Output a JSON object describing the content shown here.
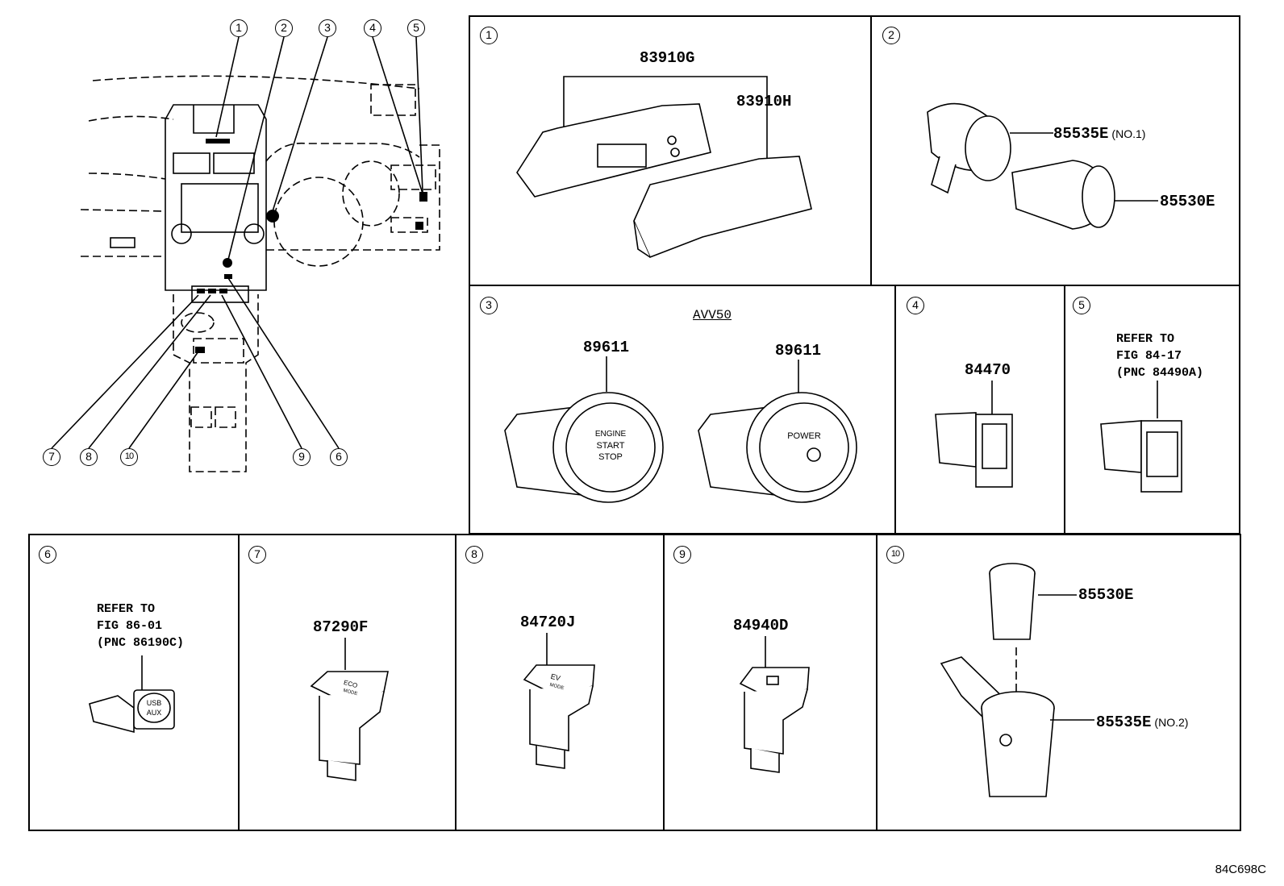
{
  "overview": {
    "callouts_top": [
      "1",
      "2",
      "3",
      "4",
      "5"
    ],
    "callouts_bottom": [
      "7",
      "8",
      "10",
      "9",
      "6"
    ]
  },
  "panels": {
    "p1": {
      "num": "1",
      "parts": [
        "83910G",
        "83910H"
      ]
    },
    "p2": {
      "num": "2",
      "parts": [
        {
          "pn": "85535E",
          "suffix": "(NO.1)"
        },
        {
          "pn": "85530E",
          "suffix": ""
        }
      ]
    },
    "p3": {
      "num": "3",
      "variant": "AVV50",
      "parts": [
        "89611",
        "89611"
      ],
      "button_left": [
        "ENGINE",
        "START",
        "STOP"
      ],
      "button_right": [
        "POWER"
      ]
    },
    "p4": {
      "num": "4",
      "parts": [
        "84470"
      ]
    },
    "p5": {
      "num": "5",
      "note": "REFER TO\nFIG 84-17\n(PNC 84490A)"
    },
    "p6": {
      "num": "6",
      "note": "REFER TO\nFIG 86-01\n(PNC 86190C)",
      "switch_text": [
        "USB",
        "AUX"
      ]
    },
    "p7": {
      "num": "7",
      "parts": [
        "87290F"
      ],
      "switch_text": [
        "ECO",
        "MODE"
      ]
    },
    "p8": {
      "num": "8",
      "parts": [
        "84720J"
      ],
      "switch_text": [
        "EV",
        "MODE"
      ]
    },
    "p9": {
      "num": "9",
      "parts": [
        "84940D"
      ]
    },
    "p10": {
      "num": "10",
      "parts": [
        {
          "pn": "85530E",
          "suffix": ""
        },
        {
          "pn": "85535E",
          "suffix": "(NO.2)"
        }
      ]
    }
  },
  "figure_code": "84C698C"
}
